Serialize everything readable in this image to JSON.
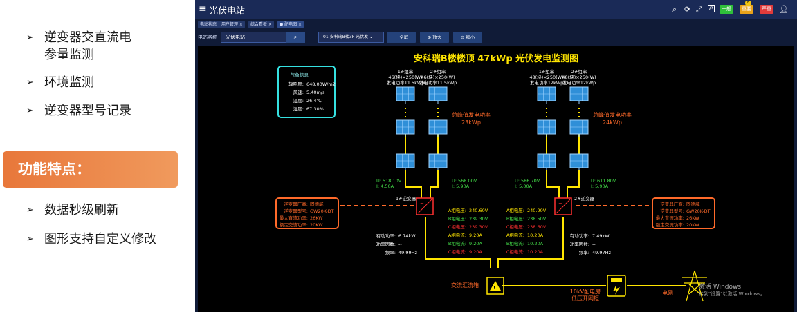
{
  "slide": {
    "bullets_top": [
      {
        "line1": "逆变器交直流电",
        "line2": "参量监测"
      },
      {
        "line1": "环境监测",
        "line2": ""
      },
      {
        "line1": "逆变器型号记录",
        "line2": ""
      }
    ],
    "bullet_arrow": "➢",
    "feature_banner": "功能特点：",
    "bullets_bottom": [
      {
        "line1": "数据秒级刷新"
      },
      {
        "line1": "图形支持自定义修改"
      }
    ]
  },
  "app": {
    "title": "光伏电站",
    "menu_icon": "hamburger-icon",
    "badges": [
      {
        "label": "一般",
        "color": "#2fbf3a"
      },
      {
        "label": "重要",
        "color": "#e9a21a"
      },
      {
        "label": "严重",
        "color": "#e23b3b"
      }
    ],
    "badge_counts": [
      "8",
      ""
    ],
    "tabs": [
      {
        "label": "电站状态"
      },
      {
        "label": "用户管理 ×"
      },
      {
        "label": "综合看板 ×"
      },
      {
        "label": "● 配电图 ×"
      }
    ],
    "filter": {
      "label": "电站名称",
      "value": "光伏电站",
      "select_value": "01-安科瑞B楼3F 光伏发 ⌄",
      "buttons": [
        "+ 全屏",
        "⊕ 放大",
        "⊖ 缩小"
      ]
    }
  },
  "diagram": {
    "title": "安科瑞B楼楼顶 47kWp 光伏发电监测图",
    "weather": {
      "title": "气象信息",
      "rows": [
        {
          "k": "辐照度:",
          "v": "648.00W/m2"
        },
        {
          "k": "风速:",
          "v": "5.40m/s"
        },
        {
          "k": "温度:",
          "v": "26.4℃"
        },
        {
          "k": "湿度:",
          "v": "67.30%"
        }
      ]
    },
    "strings": [
      {
        "name": "1#组串",
        "spec": "46(块)×250(W)",
        "power": "发电功率11.5kWp"
      },
      {
        "name": "2#组串",
        "spec": "46(块)×250(W)",
        "power": "发电功率11.5kWp"
      },
      {
        "name": "1#组串",
        "spec": "48(块)×250(W)",
        "power": "发电功率12kWp"
      },
      {
        "name": "2#组串",
        "spec": "48(块)×250(W)",
        "power": "发电功率12kWp"
      }
    ],
    "peak_left": {
      "label": "总峰值发电功率",
      "value": "23kWp"
    },
    "peak_right": {
      "label": "总峰值发电功率",
      "value": "24kWp"
    },
    "dc": [
      {
        "u": "U: 518.10V",
        "i": "I: 4.50A"
      },
      {
        "u": "U: 568.00V",
        "i": "I: 5.90A"
      },
      {
        "u": "U: 586.70V",
        "i": "I: 5.00A"
      },
      {
        "u": "U: 611.80V",
        "i": "I: 5.90A"
      }
    ],
    "inverters": [
      {
        "name": "1#逆变器",
        "info": [
          {
            "k": "逆变器厂商:",
            "v": "固德威"
          },
          {
            "k": "逆变器型号:",
            "v": "GW20K-DT"
          },
          {
            "k": "最大直流功率:",
            "v": "26KW"
          },
          {
            "k": "额定交流功率:",
            "v": "20KW"
          }
        ],
        "volts": [
          {
            "k": "A相电压:",
            "v": "240.60V"
          },
          {
            "k": "B相电压:",
            "v": "239.30V"
          },
          {
            "k": "C相电压:",
            "v": "239.30V"
          }
        ],
        "amps": [
          {
            "k": "A相电流:",
            "v": "9.20A"
          },
          {
            "k": "B相电流:",
            "v": "9.20A"
          },
          {
            "k": "C相电流:",
            "v": "9.20A"
          }
        ],
        "power": [
          {
            "k": "有功功率:",
            "v": "6.74kW"
          },
          {
            "k": "功率因数:",
            "v": "--"
          },
          {
            "k": "频率:",
            "v": "49.99Hz"
          }
        ]
      },
      {
        "name": "2#逆变器",
        "info": [
          {
            "k": "逆变器厂商:",
            "v": "固德威"
          },
          {
            "k": "逆变器型号:",
            "v": "GW20K-DT"
          },
          {
            "k": "最大直流功率:",
            "v": "26KW"
          },
          {
            "k": "额定交流功率:",
            "v": "20KW"
          }
        ],
        "volts": [
          {
            "k": "A相电压:",
            "v": "240.90V"
          },
          {
            "k": "B相电压:",
            "v": "238.50V"
          },
          {
            "k": "C相电压:",
            "v": "238.60V"
          }
        ],
        "amps": [
          {
            "k": "A相电流:",
            "v": "10.20A"
          },
          {
            "k": "B相电流:",
            "v": "10.20A"
          },
          {
            "k": "C相电流:",
            "v": "10.20A"
          }
        ],
        "power": [
          {
            "k": "有功功率:",
            "v": "7.49kW"
          },
          {
            "k": "功率因数:",
            "v": "--"
          },
          {
            "k": "频率:",
            "v": "49.97Hz"
          }
        ]
      }
    ],
    "combiner": "交流汇流箱",
    "dist_room_l1": "10kV配电房",
    "dist_room_l2": "低压开网柜",
    "grid": "电网",
    "colors": {
      "yellow": "#ffe500",
      "orange": "#ff6a2a",
      "cyan": "#35e0e0",
      "panel": "#2f8fd8"
    }
  },
  "watermark": {
    "l1": "激活 Windows",
    "l2": "转到\"设置\"以激活 Windows。"
  }
}
